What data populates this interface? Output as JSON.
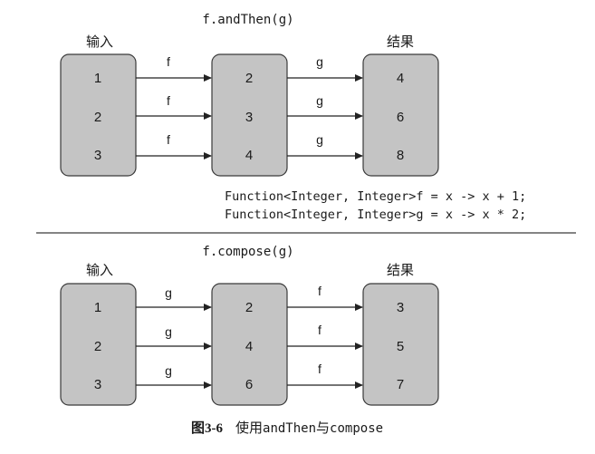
{
  "top": {
    "title": "f.andThen(g)",
    "input_label": "输入",
    "result_label": "结果",
    "input_values": [
      "1",
      "2",
      "3"
    ],
    "middle_values": [
      "2",
      "3",
      "4"
    ],
    "result_values": [
      "4",
      "6",
      "8"
    ],
    "first_arrow_label": "f",
    "second_arrow_label": "g",
    "code_lines": [
      "Function<Integer, Integer>f = x -> x + 1;",
      "Function<Integer, Integer>g = x -> x * 2;"
    ]
  },
  "bottom": {
    "title": "f.compose(g)",
    "input_label": "输入",
    "result_label": "结果",
    "input_values": [
      "1",
      "2",
      "3"
    ],
    "middle_values": [
      "2",
      "4",
      "6"
    ],
    "result_values": [
      "3",
      "5",
      "7"
    ],
    "first_arrow_label": "g",
    "second_arrow_label": "f"
  },
  "caption": {
    "figure_number": "图3-6",
    "text_prefix": "使用",
    "code_a": "andThen",
    "joiner": "与",
    "code_b": "compose"
  },
  "colors": {
    "box_fill": "#c4c4c4",
    "box_stroke": "#3a3a3a",
    "arrow": "#222222",
    "text": "#1a1a1a",
    "divider": "#3a3a3a"
  }
}
